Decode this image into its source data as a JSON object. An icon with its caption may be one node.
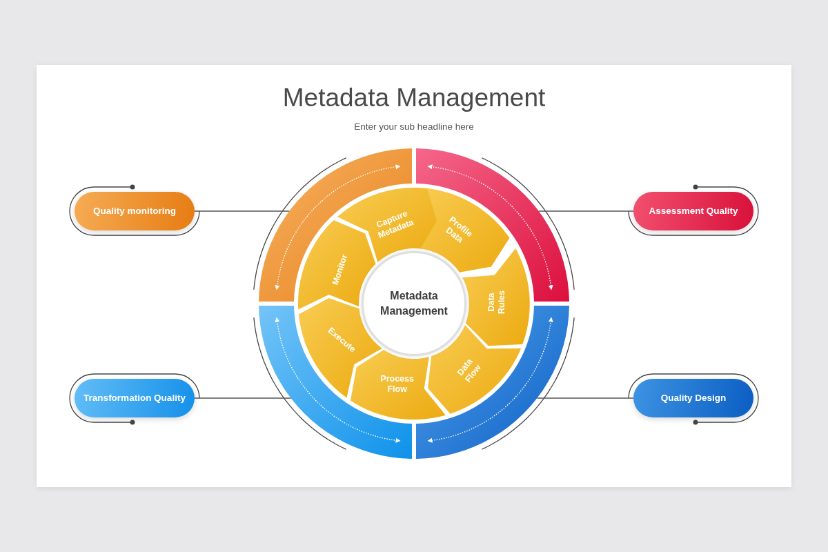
{
  "diagram": {
    "title": "Metadata Management",
    "nodes": [
      {
        "text": [
          "Quality monitoring"
        ]
      },
      {
        "text": [
          "Assessment Quality"
        ]
      },
      {
        "text": [],
        "shape": "band"
      },
      {
        "text": [],
        "shape": "band"
      },
      {
        "text": [
          "Capture Metadata"
        ]
      },
      {
        "text": [
          "Profile Data"
        ]
      },
      {
        "text": [
          "Monitor"
        ]
      },
      {
        "text": [
          "Metadata Management"
        ]
      },
      {
        "text": [
          "Data Rules"
        ]
      },
      {
        "text": [
          "Execute"
        ]
      },
      {
        "text": [
          "Data Flow"
        ]
      },
      {
        "text": [
          "Process Flow"
        ]
      },
      {
        "text": [],
        "shape": "band"
      },
      {
        "text": [],
        "shape": "band"
      },
      {
        "text": [
          "Transformation Quality"
        ]
      },
      {
        "text": [
          "Quality Design"
        ]
      }
    ],
    "edges": [
      {
        "from": 0,
        "to": 2,
        "arrow": "none"
      },
      {
        "from": 1,
        "to": 3,
        "arrow": "none"
      },
      {
        "from": 14,
        "to": 12,
        "arrow": "none"
      },
      {
        "from": 15,
        "to": 13,
        "arrow": "none"
      }
    ],
    "labels": [
      "Enter your sub headline here"
    ]
  }
}
